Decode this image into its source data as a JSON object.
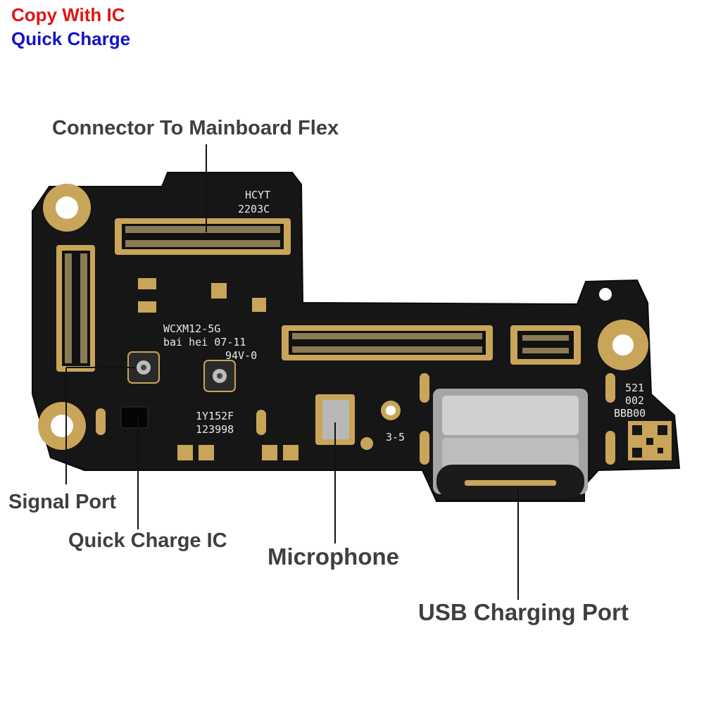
{
  "badges": {
    "copy": "Copy With IC",
    "copy_color": "#e01515",
    "charge": "Quick Charge",
    "charge_color": "#1313c8"
  },
  "labels": {
    "connector": "Connector To Mainboard Flex",
    "signal": "Signal Port",
    "quick_charge_ic": "Quick Charge IC",
    "microphone": "Microphone",
    "usb_port": "USB Charging Port"
  },
  "silkscreen": {
    "hcyt_1": "HCYT",
    "hcyt_2": "2203C",
    "model_1": "WCXM12-5G",
    "model_2": "bai hei 07-11",
    "model_3": "94V-0",
    "code_1": "1Y152F",
    "code_2": "123998",
    "mark_35": "3-5",
    "lot_1": "521",
    "lot_2": "002",
    "lot_3": "BBB00"
  },
  "colors": {
    "pcb": "#161616",
    "gold": "#c9a55a",
    "label_text": "#3f3f3f"
  }
}
